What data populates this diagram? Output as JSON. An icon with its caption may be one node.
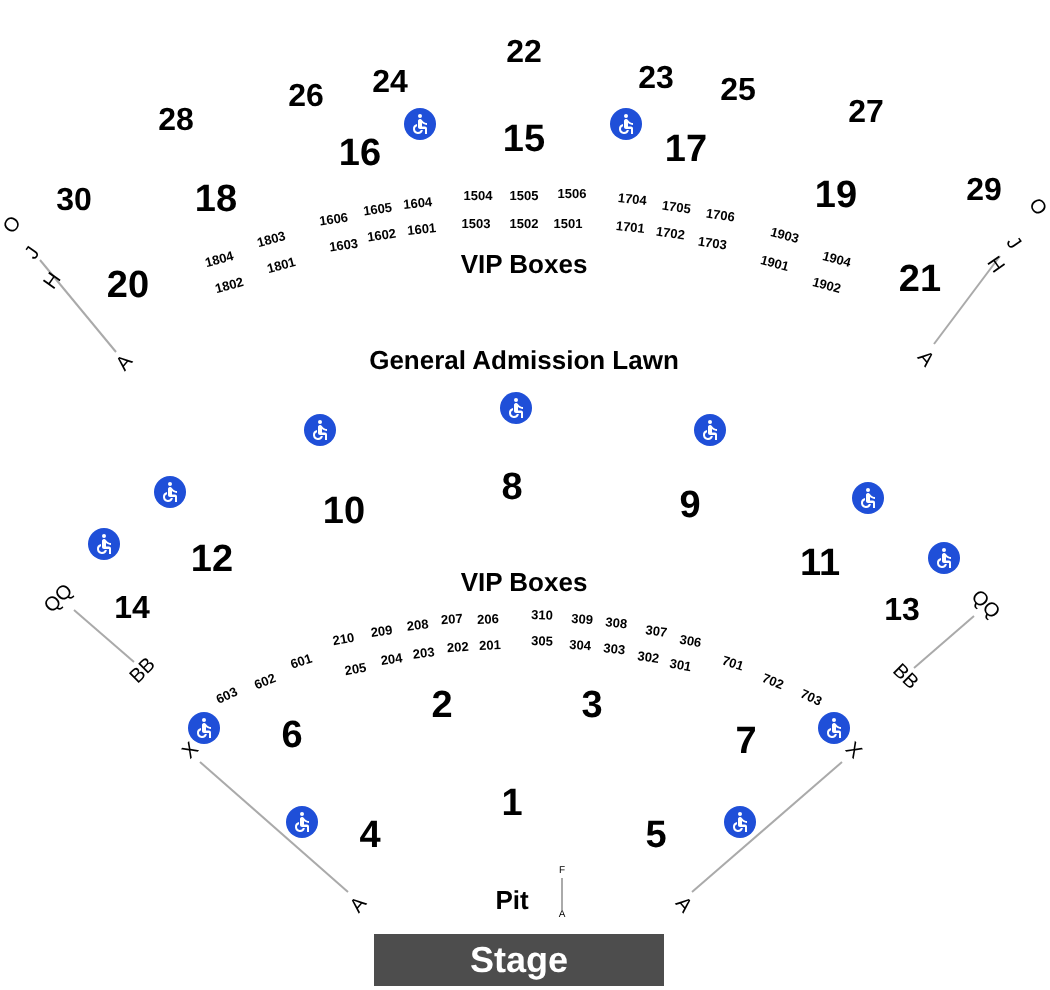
{
  "diagram": {
    "nodes": [
      {
        "text": [
          "Stage"
        ]
      }
    ],
    "labels": [
      "22",
      "26",
      "24",
      "23",
      "25",
      "28",
      "27",
      "16",
      "15",
      "17",
      "30",
      "18",
      "1504",
      "1505",
      "1506",
      "1704",
      "19",
      "29",
      "O",
      "1606",
      "1605",
      "1604",
      "1705",
      "1706",
      "O",
      "1803",
      "1603",
      "1602",
      "1601",
      "1503",
      "1502",
      "1501",
      "1701",
      "1702",
      "1703",
      "1903",
      "J",
      "J",
      "1804",
      "1801",
      "VIP Boxes",
      "1901",
      "1904",
      "H",
      "H",
      "20",
      "1802",
      "1902",
      "21",
      "A",
      "General Admission Lawn",
      "A",
      "10",
      "8",
      "9",
      "12",
      "11",
      "QQ",
      "14",
      "VIP Boxes",
      "13",
      "QQ",
      "210",
      "209",
      "208",
      "207",
      "206",
      "310",
      "309",
      "308",
      "307",
      "203",
      "202",
      "201",
      "305",
      "304",
      "303",
      "306",
      "BB",
      "601",
      "205",
      "204",
      "302",
      "301",
      "701",
      "603",
      "602",
      "702",
      "703",
      "BB",
      "X",
      "6",
      "2",
      "3",
      "7",
      "X",
      "4",
      "1",
      "5",
      "F",
      "A",
      "Pit",
      "A",
      "A"
    ]
  }
}
